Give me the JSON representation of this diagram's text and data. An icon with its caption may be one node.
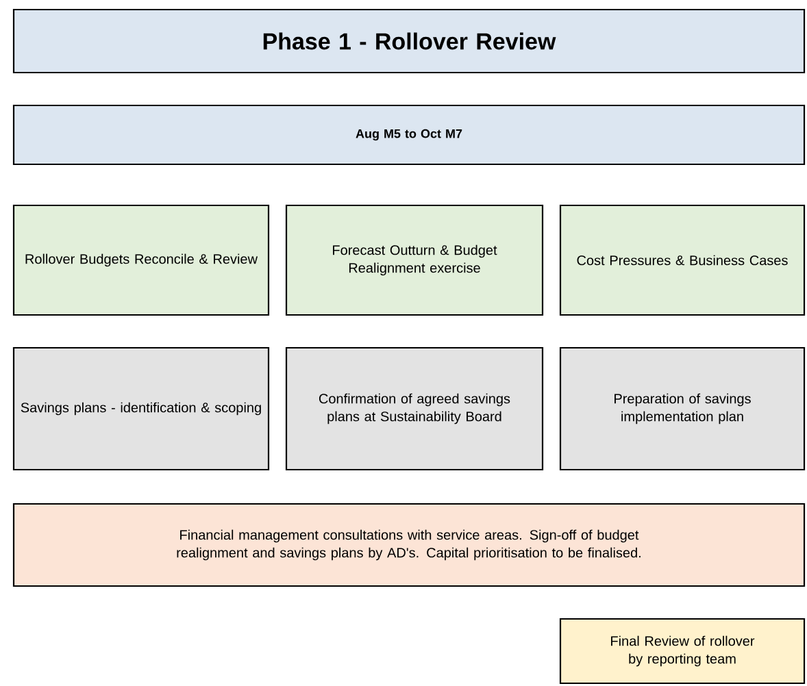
{
  "diagram": {
    "nodes": [
      {
        "text": [
          "Phase 1 - Rollover Review"
        ]
      },
      {
        "text": [
          "Aug M5 to Oct M7"
        ]
      },
      {
        "text": [
          "Rollover Budgets Reconcile & Review"
        ]
      },
      {
        "text": [
          "Forecast Outturn & Budget Realignment exercise"
        ]
      },
      {
        "text": [
          "Cost Pressures & Business Cases"
        ]
      },
      {
        "text": [
          "Savings plans - identification & scoping"
        ]
      },
      {
        "text": [
          "Confirmation of agreed savings plans at Sustainability Board"
        ]
      },
      {
        "text": [
          "Preparation of savings implementation plan"
        ]
      },
      {
        "text": [
          "Financial management consultations with service areas. Sign-off of budget realignment and savings plans by AD's. Capital prioritisation to be finalised."
        ]
      },
      {
        "text": [
          "Final Review of rollover by reporting team"
        ]
      }
    ]
  }
}
